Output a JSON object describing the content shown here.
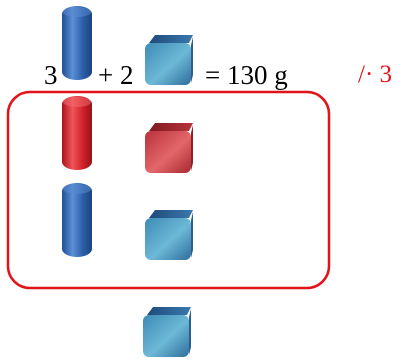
{
  "equation": {
    "left_coefficient": "3",
    "plus_coefficient": "+ 2",
    "right_side": "= 130 g",
    "operation": "/· 3"
  },
  "colors": {
    "blue_object": "#2f64ad",
    "red_object": "#d0262c",
    "box_blue": "#4a8fb6",
    "box_red": "#c4363c",
    "highlight_frame": "#e0141a",
    "operation_text": "#e0141a"
  },
  "icons": {
    "cylinder": "cylinder-icon",
    "cube": "cube-icon"
  }
}
